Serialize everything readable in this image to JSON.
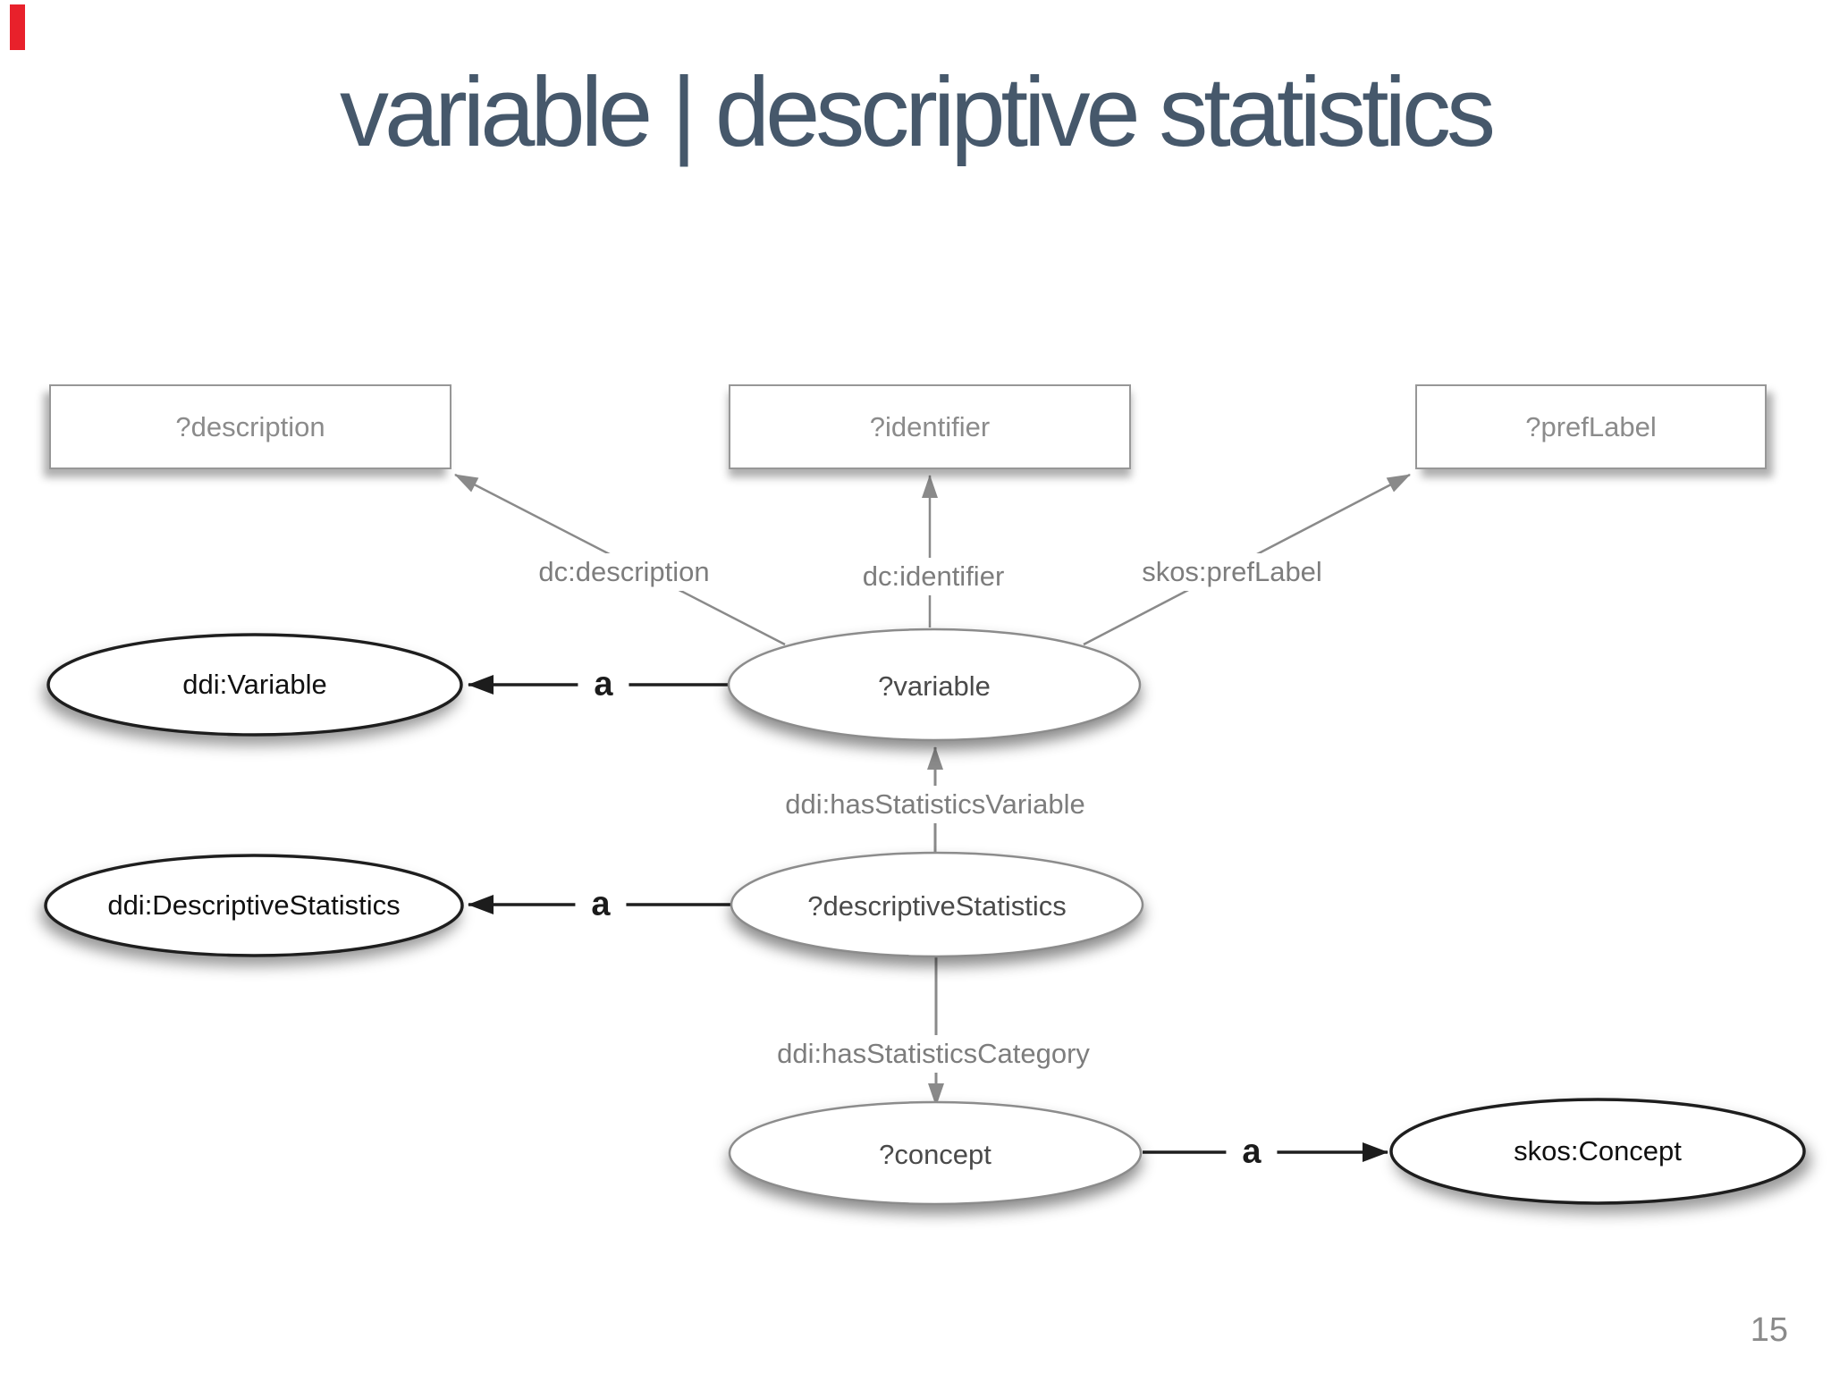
{
  "slide": {
    "title": "variable | descriptive statistics",
    "page_number": "15",
    "title_color": "#46586b",
    "accent_bar_color": "#e8212b"
  },
  "diagram": {
    "literal_boxes": [
      {
        "label": "?description"
      },
      {
        "label": "?identifier"
      },
      {
        "label": "?prefLabel"
      }
    ],
    "variable_nodes": [
      {
        "label": "?variable"
      },
      {
        "label": "?descriptiveStatistics"
      },
      {
        "label": "?concept"
      }
    ],
    "class_nodes": [
      {
        "label": "ddi:Variable"
      },
      {
        "label": "ddi:DescriptiveStatistics"
      },
      {
        "label": "skos:Concept"
      }
    ],
    "edge_labels": [
      {
        "label": "dc:description"
      },
      {
        "label": "dc:identifier"
      },
      {
        "label": "skos:prefLabel"
      },
      {
        "label": "ddi:hasStatisticsVariable"
      },
      {
        "label": "ddi:hasStatisticsCategory"
      }
    ],
    "type_edge_label": "a"
  }
}
